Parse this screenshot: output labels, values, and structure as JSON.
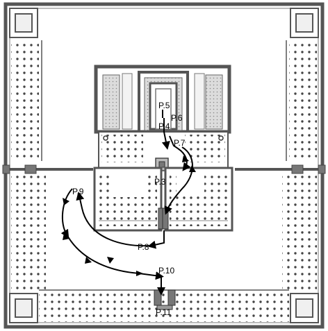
{
  "labels": {
    "p3": "P.3",
    "p4": "P.4",
    "p5": "P.5",
    "p6": "P.6",
    "p7": "P.7",
    "p8": "P.8",
    "p9": "P.9",
    "p10": "P.10",
    "p11": "P.11"
  },
  "colors": {
    "wall": "#555555",
    "wall_fill": "#e6e6e6",
    "column": "#444444",
    "path": "#000000",
    "background": "#ffffff"
  },
  "icons": {
    "column": "column-dot-icon",
    "arrow": "arrowhead-icon",
    "altar": "altar-square-icon"
  }
}
